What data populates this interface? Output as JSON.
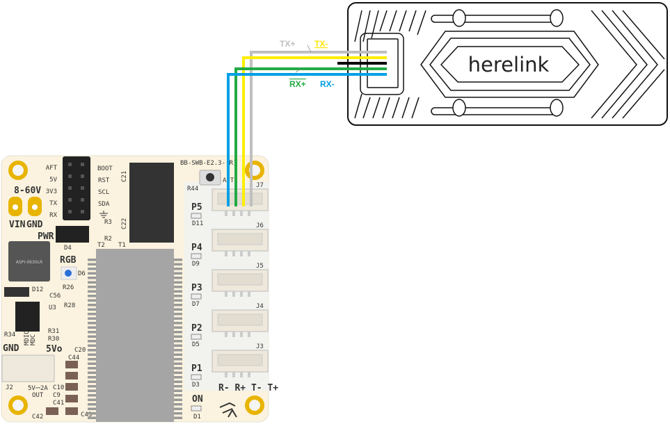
{
  "colors": {
    "tx_plus": "#bfbfbf",
    "tx_minus": "#ffee00",
    "ground": "#000000",
    "rx_plus": "#22aa44",
    "rx_minus": "#00a0e6",
    "pcb": "#fbf3df",
    "gold": "#e8b400"
  },
  "wires": {
    "tx_plus": "TX+",
    "tx_minus": "TX-",
    "rx_plus": "RX+",
    "rx_minus": "RX-"
  },
  "herelink": {
    "logo": "herelink"
  },
  "board": {
    "name": "BB-SWB-E2.3-(R)",
    "header_left": [
      "AFT",
      "5V",
      "3V3",
      "TX",
      "RX"
    ],
    "header_right": [
      "BOOT",
      "RST",
      "SCL",
      "SDA"
    ],
    "voltage": "8-60V",
    "vin": "VIN",
    "gnd": "GND",
    "pwr": "PWR",
    "inductor": "ASPI-0630LR",
    "rgb": "RGB",
    "d6": "D6",
    "d4": "D4",
    "d12": "D12",
    "u3": "U3",
    "r26": "R26",
    "r28": "R28",
    "c56": "C56",
    "r34": "R34",
    "r31": "R31",
    "r30": "R30",
    "mdio": "MDIO",
    "mdc": "MDC",
    "gnd2": "GND",
    "fivevo": "5Vo",
    "j2": "J2",
    "out1": "5V⎓2A",
    "out2": "OUT",
    "c10": "C10",
    "c9": "C9",
    "c41": "C41",
    "c42": "C42",
    "c43": "C43",
    "c44": "C44",
    "c20": "C20",
    "r3": "R3",
    "r2": "R2",
    "c21": "C21",
    "c22": "C22",
    "t1": "T1",
    "t2": "T2",
    "r44": "R44",
    "aft": "AFT",
    "ports": [
      {
        "p": "P5",
        "d": "D11",
        "j": "J7"
      },
      {
        "p": "P4",
        "d": "D9",
        "j": "J6"
      },
      {
        "p": "P3",
        "d": "D7",
        "j": "J5"
      },
      {
        "p": "P2",
        "d": "D5",
        "j": "J4"
      },
      {
        "p": "P1",
        "d": "D3",
        "j": "J3"
      }
    ],
    "pinout": "R- R+ T- T+",
    "on": "ON",
    "d1": "D1"
  }
}
